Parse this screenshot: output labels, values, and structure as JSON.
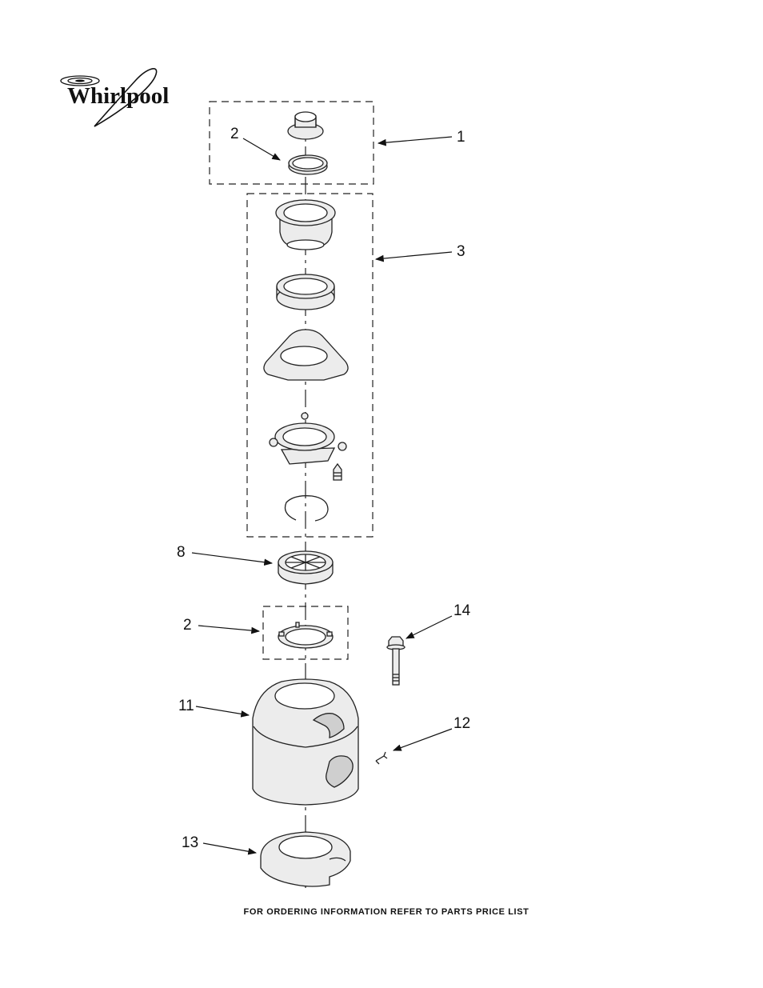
{
  "logo": {
    "brand_text": "Whirlpool"
  },
  "footer": {
    "text": "FOR ORDERING INFORMATION REFER TO PARTS PRICE LIST"
  },
  "callouts": [
    {
      "id": "callout-1",
      "text": "1"
    },
    {
      "id": "callout-2-top",
      "text": "2"
    },
    {
      "id": "callout-3",
      "text": "3"
    },
    {
      "id": "callout-8",
      "text": "8"
    },
    {
      "id": "callout-2-lower",
      "text": "2"
    },
    {
      "id": "callout-14",
      "text": "14"
    },
    {
      "id": "callout-11",
      "text": "11"
    },
    {
      "id": "callout-12",
      "text": "12"
    },
    {
      "id": "callout-13",
      "text": "13"
    }
  ]
}
